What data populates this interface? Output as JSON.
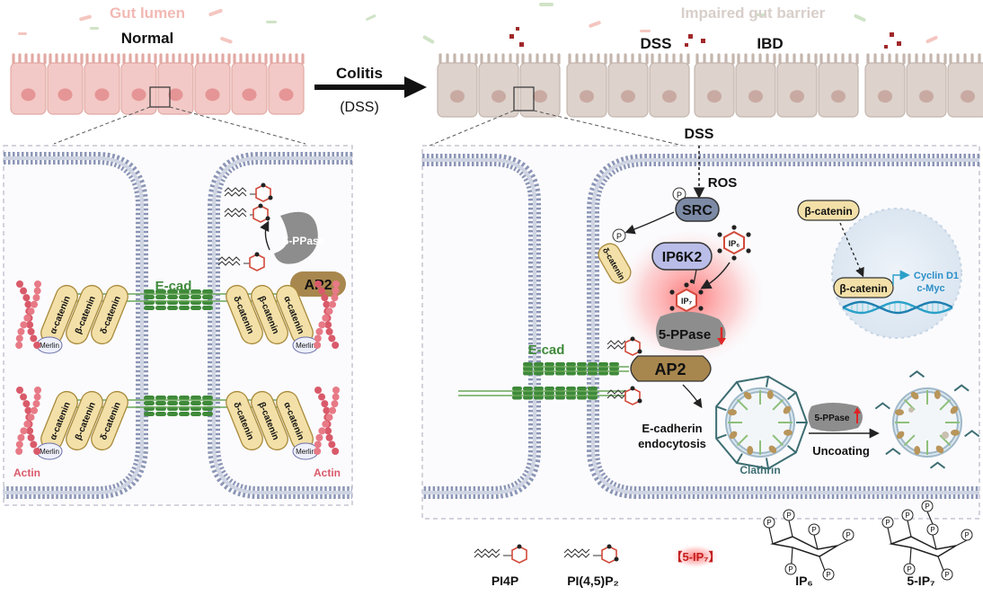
{
  "top": {
    "gut_lumen": "Gut lumen",
    "normal": "Normal",
    "colitis": "Colitis",
    "dss_paren": "(DSS)",
    "impaired": "Impaired gut barrier",
    "dss": "DSS",
    "ibd": "IBD"
  },
  "left_panel": {
    "ecad": "E-cad",
    "ppase": "5-PPase",
    "ap2": "AP2",
    "alpha_catenin": "α-catenin",
    "beta_catenin": "β-catenin",
    "delta_catenin": "δ-catenin",
    "merlin": "Merlin",
    "actin": "Actin"
  },
  "right_panel": {
    "dss": "DSS",
    "ros": "ROS",
    "p": "P",
    "src": "SRC",
    "delta_catenin": "δ-catenin",
    "ip6k2": "IP6K2",
    "ip6": "IP₆",
    "ip7": "IP₇",
    "ppase_down": "5-PPase",
    "ecad": "E-cad",
    "ap2": "AP2",
    "beta_catenin_top": "β-catenin",
    "beta_catenin_nuc": "β-catenin",
    "cyclin": "Cyclin D1",
    "cmyc": "c-Myc",
    "endocytosis_1": "E-cadherin",
    "endocytosis_2": "endocytosis",
    "clathrin": "Clathrin",
    "ppase_up": "5-PPase",
    "uncoating": "Uncoating"
  },
  "legend": {
    "pi4p": "PI4P",
    "pi45p2": "PI(4,5)P₂",
    "ip7_box": "【5-IP₇】",
    "ip6": "IP₆",
    "ip7": "5-IP₇",
    "p": "P"
  },
  "colors": {
    "cell_normal": "#f2c9c6",
    "cell_impaired": "#ddd2cc",
    "nucleus_normal": "#e59595",
    "nucleus_impaired": "#c9aaa2",
    "catenin_fill": "#f3e0a8",
    "catenin_stroke": "#a88a3c",
    "ecad_green": "#3f8a3a",
    "ap2_fill": "#a8874e",
    "membrane": "#8b95b5",
    "src_fill": "#7c8aa6",
    "ip6k2_fill": "#b9bde8",
    "actin": "#d95a6a",
    "red_accent": "#e02424",
    "clathrin": "#3d6e73"
  }
}
